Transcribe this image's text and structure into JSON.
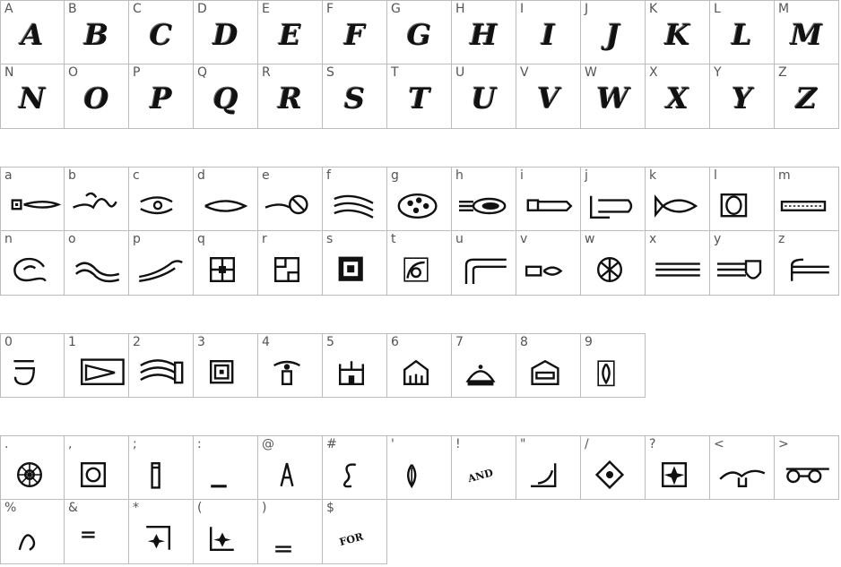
{
  "uppercase": [
    {
      "key": "A",
      "glyph": "A"
    },
    {
      "key": "B",
      "glyph": "B"
    },
    {
      "key": "C",
      "glyph": "C"
    },
    {
      "key": "D",
      "glyph": "D"
    },
    {
      "key": "E",
      "glyph": "E"
    },
    {
      "key": "F",
      "glyph": "F"
    },
    {
      "key": "G",
      "glyph": "G"
    },
    {
      "key": "H",
      "glyph": "H"
    },
    {
      "key": "I",
      "glyph": "I"
    },
    {
      "key": "J",
      "glyph": "J"
    },
    {
      "key": "K",
      "glyph": "K"
    },
    {
      "key": "L",
      "glyph": "L"
    },
    {
      "key": "M",
      "glyph": "M"
    },
    {
      "key": "N",
      "glyph": "N"
    },
    {
      "key": "O",
      "glyph": "O"
    },
    {
      "key": "P",
      "glyph": "P"
    },
    {
      "key": "Q",
      "glyph": "Q"
    },
    {
      "key": "R",
      "glyph": "R"
    },
    {
      "key": "S",
      "glyph": "S"
    },
    {
      "key": "T",
      "glyph": "T"
    },
    {
      "key": "U",
      "glyph": "U"
    },
    {
      "key": "V",
      "glyph": "V"
    },
    {
      "key": "W",
      "glyph": "W"
    },
    {
      "key": "X",
      "glyph": "X"
    },
    {
      "key": "Y",
      "glyph": "Y"
    },
    {
      "key": "Z",
      "glyph": "Z"
    }
  ],
  "lowercase": [
    {
      "key": "a",
      "icon": "square-swash-ornament-icon"
    },
    {
      "key": "b",
      "icon": "scroll-swirl-ornament-icon"
    },
    {
      "key": "c",
      "icon": "scroll-end-ornament-icon"
    },
    {
      "key": "d",
      "icon": "lens-swash-ornament-icon"
    },
    {
      "key": "e",
      "icon": "ball-end-ornament-icon"
    },
    {
      "key": "f",
      "icon": "wave-lines-ornament-icon"
    },
    {
      "key": "g",
      "icon": "dotted-oval-ornament-icon"
    },
    {
      "key": "h",
      "icon": "striped-oval-ornament-icon"
    },
    {
      "key": "i",
      "icon": "blade-ornament-icon"
    },
    {
      "key": "j",
      "icon": "arrow-bracket-ornament-icon"
    },
    {
      "key": "k",
      "icon": "fish-ornament-icon"
    },
    {
      "key": "l",
      "icon": "framed-oval-ornament-icon"
    },
    {
      "key": "m",
      "icon": "border-strip-ornament-icon"
    },
    {
      "key": "n",
      "icon": "curl-ornament-icon"
    },
    {
      "key": "o",
      "icon": "wave-bar-ornament-icon"
    },
    {
      "key": "p",
      "icon": "swoosh-bar-ornament-icon"
    },
    {
      "key": "q",
      "icon": "lattice-square-ornament-icon"
    },
    {
      "key": "r",
      "icon": "meander-square-ornament-icon"
    },
    {
      "key": "s",
      "icon": "nested-square-ornament-icon"
    },
    {
      "key": "t",
      "icon": "tile-swirl-ornament-icon"
    },
    {
      "key": "u",
      "icon": "pipe-bend-ornament-icon"
    },
    {
      "key": "v",
      "icon": "bead-link-ornament-icon"
    },
    {
      "key": "w",
      "icon": "crossed-orb-ornament-icon"
    },
    {
      "key": "x",
      "icon": "triple-line-ornament-icon"
    },
    {
      "key": "y",
      "icon": "shield-lines-ornament-icon"
    },
    {
      "key": "z",
      "icon": "bracket-lines-ornament-icon"
    }
  ],
  "digits": [
    {
      "key": "0",
      "icon": "cup-ornament-icon"
    },
    {
      "key": "1",
      "icon": "eye-frame-ornament-icon"
    },
    {
      "key": "2",
      "icon": "wave-banner-ornament-icon"
    },
    {
      "key": "3",
      "icon": "spiral-square-ornament-icon"
    },
    {
      "key": "4",
      "icon": "figure-arch-ornament-icon"
    },
    {
      "key": "5",
      "icon": "castle-ornament-icon"
    },
    {
      "key": "6",
      "icon": "chapel-ornament-icon"
    },
    {
      "key": "7",
      "icon": "crown-ornament-icon"
    },
    {
      "key": "8",
      "icon": "gatehouse-ornament-icon"
    },
    {
      "key": "9",
      "icon": "tulip-panel-ornament-icon"
    }
  ],
  "symbols": [
    {
      "key": ".",
      "icon": "rosette-ornament-icon"
    },
    {
      "key": ",",
      "icon": "framed-rose-ornament-icon"
    },
    {
      "key": ";",
      "icon": "pillar-ornament-icon"
    },
    {
      "key": ":",
      "icon": "underscore-ornament-icon"
    },
    {
      "key": "@",
      "icon": "capital-a-ornament-icon"
    },
    {
      "key": "#",
      "icon": "ampersand-ornament-icon"
    },
    {
      "key": "'",
      "icon": "tulip-ornament-icon"
    },
    {
      "key": "!",
      "icon": "and-word-ornament-icon",
      "word": "AND"
    },
    {
      "key": "\"",
      "icon": "corner-flourish-ornament-icon"
    },
    {
      "key": "/",
      "icon": "diamond-floral-ornament-icon"
    },
    {
      "key": "?",
      "icon": "framed-star-ornament-icon"
    },
    {
      "key": "<",
      "icon": "eagle-ornament-icon"
    },
    {
      "key": ">",
      "icon": "scroll-crest-ornament-icon"
    },
    {
      "key": "%",
      "icon": "the-word-ornament-icon"
    },
    {
      "key": "&",
      "icon": "double-dash-ornament-icon"
    },
    {
      "key": "*",
      "icon": "corner-star-ornament-icon"
    },
    {
      "key": "(",
      "icon": "floral-corner-ornament-icon"
    },
    {
      "key": ")",
      "icon": "double-line-ornament-icon"
    },
    {
      "key": "$",
      "icon": "for-word-ornament-icon",
      "word": "FOR"
    }
  ]
}
